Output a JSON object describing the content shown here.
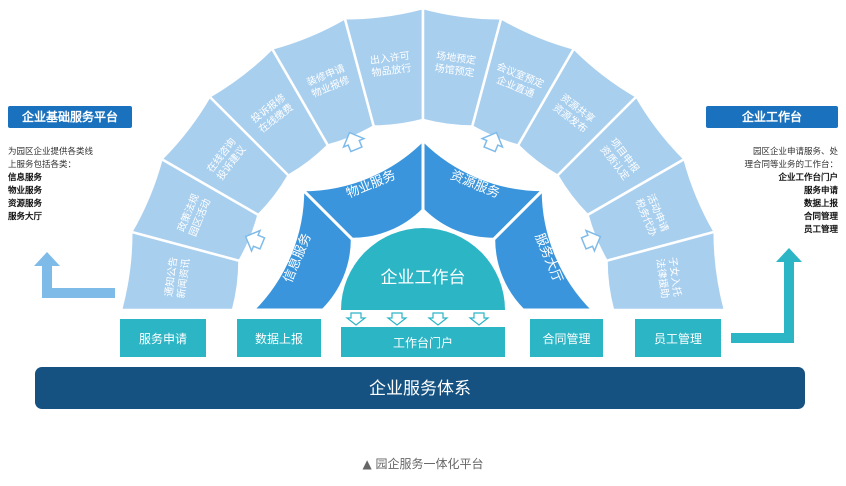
{
  "left_panel": {
    "title": "企业基础服务平台",
    "desc_lines": [
      "为园区企业提供各类线",
      "上服务包括各类："
    ],
    "items": [
      "信息服务",
      "物业服务",
      "资源服务",
      "服务大厅"
    ]
  },
  "right_panel": {
    "title": "企业工作台",
    "desc_lines": [
      "园区企业申请服务、处",
      "理合同等业务的工作台："
    ],
    "items": [
      "企业工作台门户",
      "服务申请",
      "数据上报",
      "合同管理",
      "员工管理"
    ]
  },
  "outer_ring": [
    [
      "通知公告",
      "新闻资讯"
    ],
    [
      "政策法规",
      "园区活动"
    ],
    [
      "在线咨询",
      "投诉建议"
    ],
    [
      "投诉报修",
      "在线缴费"
    ],
    [
      "装修申请",
      "物业报修"
    ],
    [
      "出入许可",
      "物品放行"
    ],
    [
      "场地预定",
      "场馆预定"
    ],
    [
      "会议室预定",
      "企业直通"
    ],
    [
      "资源共享",
      "资源发布"
    ],
    [
      "项目申报",
      "资质认定"
    ],
    [
      "活动申请",
      "税务代办"
    ],
    [
      "子女入托",
      "法律援助"
    ]
  ],
  "middle_ring": [
    "信息服务",
    "物业服务",
    "资源服务",
    "服务大厅"
  ],
  "center": {
    "title": "企业工作台"
  },
  "bottom_boxes": [
    "服务申请",
    "数据上报",
    "工作台门户",
    "合同管理",
    "员工管理"
  ],
  "base_bar": "企业服务体系",
  "caption": "▲ 园企服务一体化平台",
  "colors": {
    "outer": "#a9cfef",
    "middle": "#3a95dc",
    "center": "#2bb5c5",
    "base": "#155281",
    "panel_title": "#1a72be",
    "left_arrow": "#7fbbe9",
    "right_arrow": "#2bb5c5"
  }
}
